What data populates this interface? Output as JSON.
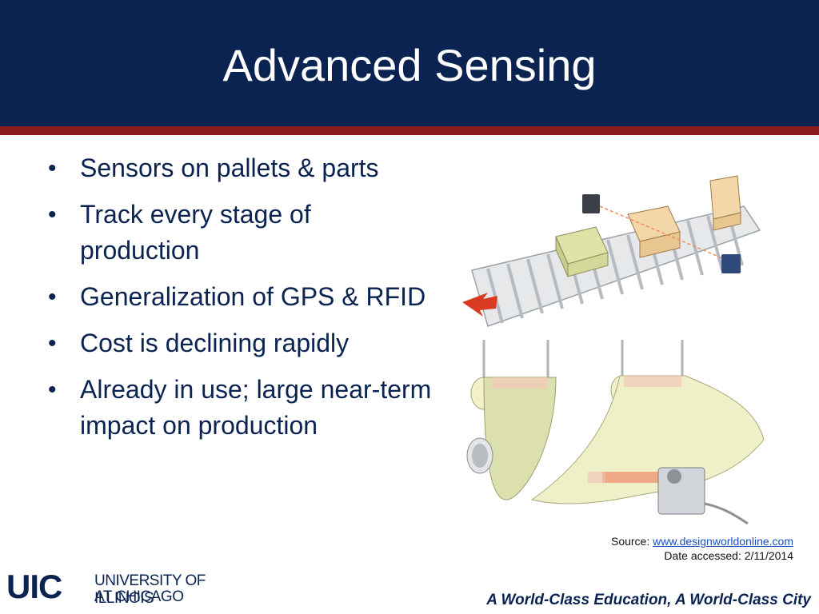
{
  "slide": {
    "title": "Advanced Sensing",
    "bullets": [
      "Sensors on pallets & parts",
      "Track every stage of production",
      "Generalization of GPS & RFID",
      "Cost is declining rapidly",
      "Already in use; large near-term impact on production"
    ]
  },
  "source": {
    "prefix": "Source: ",
    "link_text": "www.designworldonline.com",
    "date_line": "Date accessed: 2/11/2014"
  },
  "footer": {
    "logo_mark": "UIC",
    "logo_line1": "UNIVERSITY OF ILLINOIS",
    "logo_line2": "AT CHICAGO",
    "tagline": "A World-Class Education, A World-Class City"
  },
  "colors": {
    "header_bg": "#0a2350",
    "accent_stripe": "#8b1a1a",
    "text": "#0a2350"
  }
}
